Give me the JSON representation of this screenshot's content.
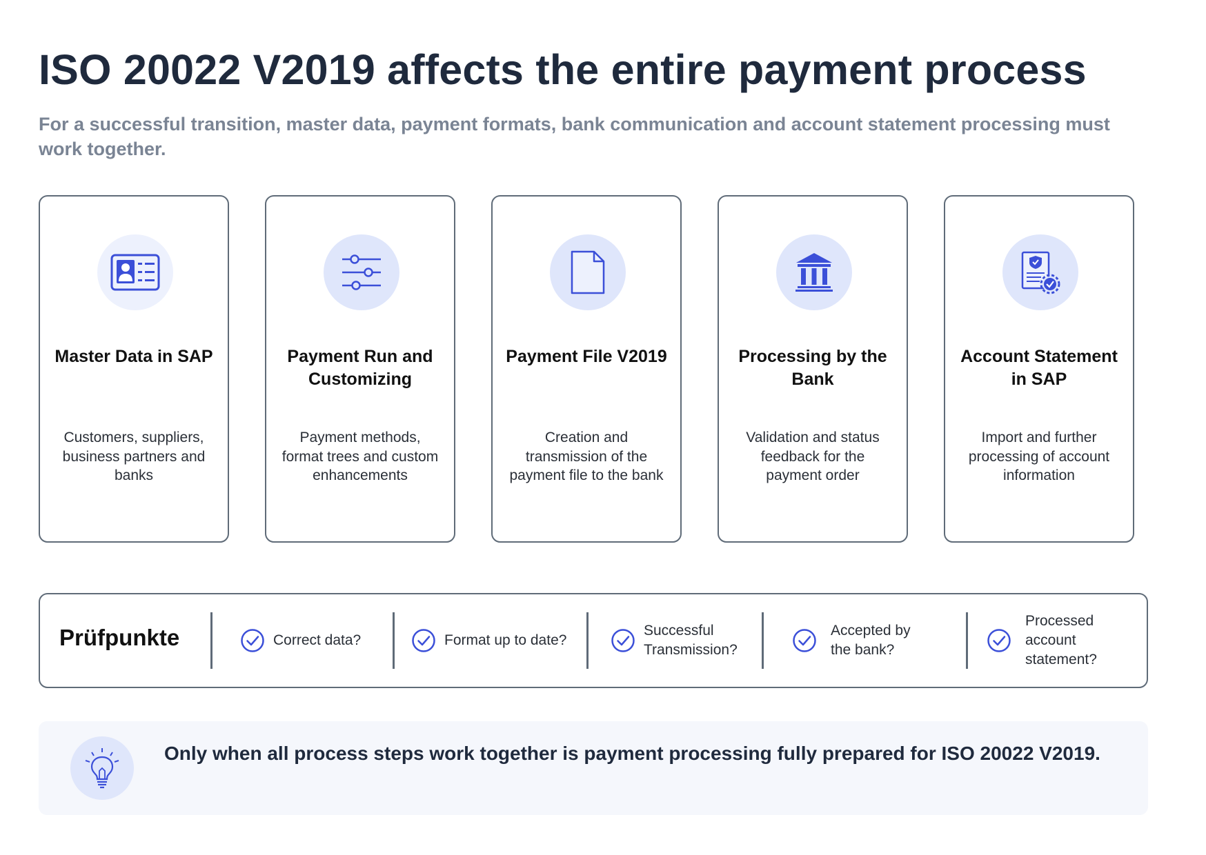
{
  "header": {
    "title": "ISO 20022 V2019 affects the entire payment process",
    "subtitle": "For a successful transition, master data, payment formats, bank communication and account statement processing must work together."
  },
  "steps": [
    {
      "icon": "id-card-icon",
      "title": "Master Data in SAP",
      "description": "Customers, suppliers, business partners and banks"
    },
    {
      "icon": "sliders-icon",
      "title": "Payment Run and Customizing",
      "description": "Payment methods, format trees and custom enhancements"
    },
    {
      "icon": "document-icon",
      "title": "Payment File V2019",
      "description": "Creation and transmission of the payment file to the bank"
    },
    {
      "icon": "bank-icon",
      "title": "Processing by the Bank",
      "description": "Validation and status feedback for the payment order"
    },
    {
      "icon": "statement-check-icon",
      "title": "Account Statement in SAP",
      "description": "Import and further processing of account information"
    }
  ],
  "checkpoints": {
    "title": "Prüfpunkte",
    "items": [
      {
        "label": "Correct data?"
      },
      {
        "label": "Format up to date?"
      },
      {
        "label": "Successful Transmission?"
      },
      {
        "label": "Accepted by the bank?"
      },
      {
        "label": "Processed account statement?"
      }
    ]
  },
  "note": {
    "icon": "lightbulb-icon",
    "text": "Only when all process steps work together is payment processing fully prepared for ISO 20022 V2019."
  },
  "colors": {
    "text_dark": "#1f2a3d",
    "text_muted": "#7a8494",
    "accent": "#3b4fd8",
    "icon_bg_light": "#edf1fd",
    "icon_bg": "#dfe6fb",
    "border": "#5f6b78",
    "note_bg": "#f5f7fc"
  }
}
